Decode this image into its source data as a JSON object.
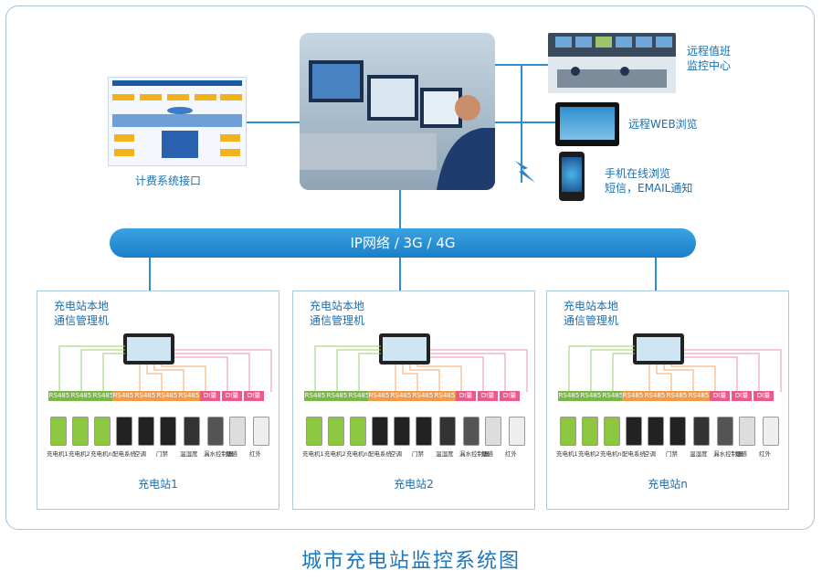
{
  "network_label": "IP网络 / 3G / 4G",
  "billing_label": "计费系统接口",
  "remote_center_label_1": "远程值班",
  "remote_center_label_2": "监控中心",
  "web_label": "远程WEB浏览",
  "mobile_label_1": "手机在线浏览",
  "mobile_label_2": "短信，EMAIL通知",
  "station_title_1": "充电站本地",
  "station_title_2": "通信管理机",
  "tags": {
    "rs485": "RS485",
    "di": "DI量"
  },
  "device_labels": [
    "充电机1",
    "充电机2",
    "充电机n",
    "配电系统",
    "空调",
    "门禁",
    "温湿度",
    "漏水控制器",
    "烟感",
    "红外"
  ],
  "stations": [
    {
      "name": "充电站1"
    },
    {
      "name": "充电站2"
    },
    {
      "name": "充电站n"
    }
  ],
  "page_title": "城市充电站监控系统图",
  "colors": {
    "accent": "#1a6fb0",
    "network": "#1b7fc7",
    "rs485_green": "#7ab648",
    "rs485_orange": "#f09a4a",
    "di_pink": "#e85a8a"
  }
}
